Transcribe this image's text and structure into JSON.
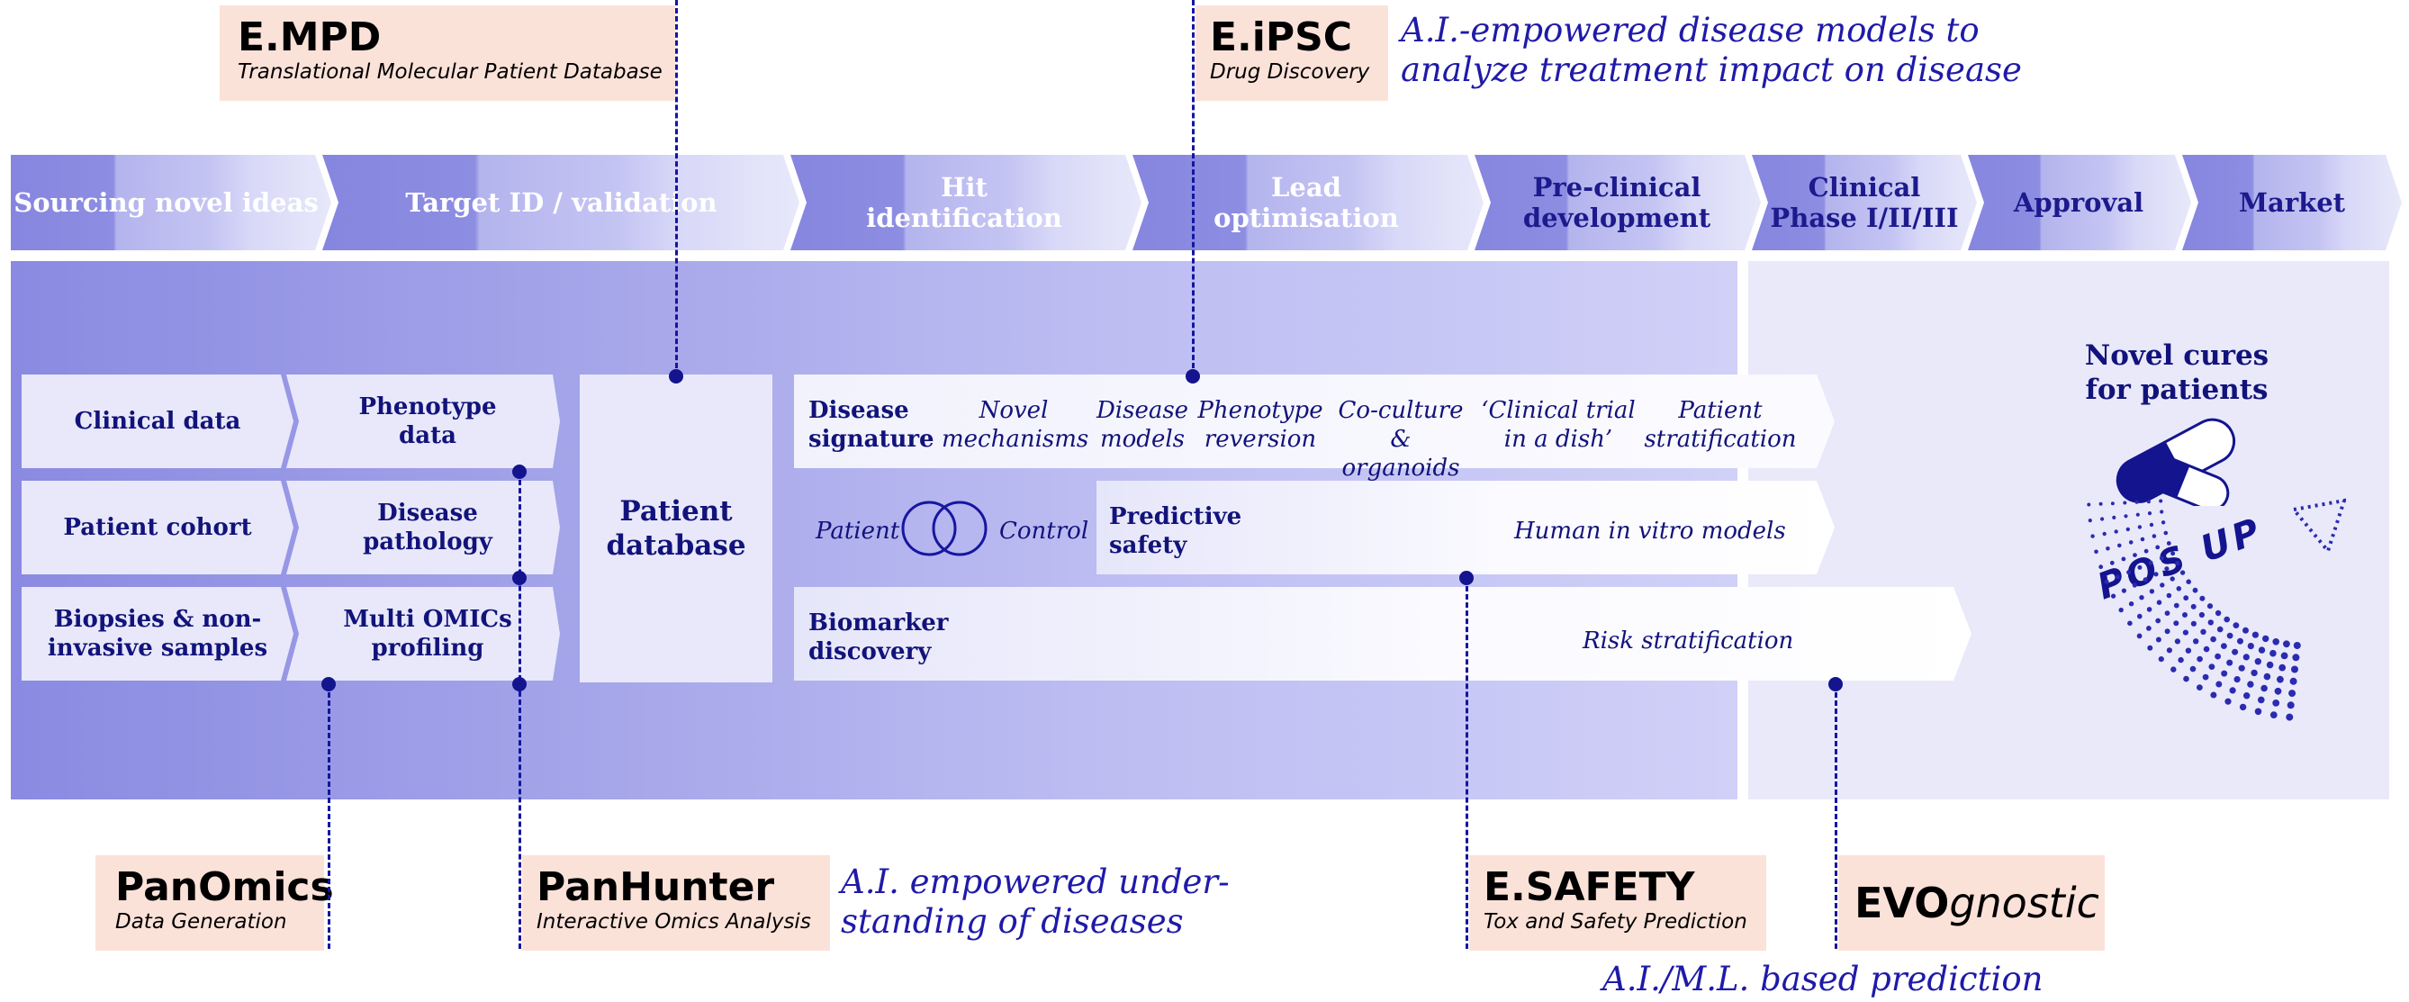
{
  "stages": [
    {
      "line1": "Sourcing novel ideas",
      "line2": ""
    },
    {
      "line1": "Target ID / validation",
      "line2": ""
    },
    {
      "line1": "Hit",
      "line2": "identification"
    },
    {
      "line1": "Lead",
      "line2": "optimisation"
    },
    {
      "line1": "Pre-clinical",
      "line2": "development"
    },
    {
      "line1": "Clinical",
      "line2": "Phase I/II/III"
    },
    {
      "line1": "Approval",
      "line2": ""
    },
    {
      "line1": "Market",
      "line2": ""
    }
  ],
  "sources": [
    {
      "line1": "Clinical data",
      "line2": ""
    },
    {
      "line1": "Patient cohort",
      "line2": ""
    },
    {
      "line1": "Biopsies & non-",
      "line2": "invasive samples"
    }
  ],
  "data_types": [
    {
      "line1": "Phenotype",
      "line2": "data"
    },
    {
      "line1": "Disease",
      "line2": "pathology"
    },
    {
      "line1": "Multi OMICs",
      "line2": "profiling"
    }
  ],
  "patient_database": {
    "line1": "Patient",
    "line2": "database"
  },
  "disease_signature": {
    "title_line1": "Disease",
    "title_line2": "signature",
    "items": [
      {
        "line1": "Novel",
        "line2": "mechanisms"
      },
      {
        "line1": "Disease",
        "line2": "models"
      },
      {
        "line1": "Phenotype",
        "line2": "reversion"
      },
      {
        "line1": "Co-culture",
        "line2": "& organoids"
      },
      {
        "line1": "‘Clinical trial",
        "line2": "in a dish’"
      },
      {
        "line1": "Patient",
        "line2": "stratification"
      }
    ]
  },
  "predictive_safety": {
    "patient_label": "Patient",
    "control_label": "Control",
    "title_line1": "Predictive",
    "title_line2": "safety",
    "models": "Human in vitro models"
  },
  "biomarker": {
    "title_line1": "Biomarker",
    "title_line2": "discovery",
    "stratification": "Risk stratification"
  },
  "outcome": {
    "line1": "Novel cures",
    "line2": "for patients",
    "pos_up": "POS UP"
  },
  "tools": {
    "empd": {
      "name": "E.MPD",
      "sub": "Translational Molecular Patient Database"
    },
    "eipsc": {
      "name": "E.iPSC",
      "sub": "Drug Discovery",
      "desc_line1": "A.I.-empowered disease models to",
      "desc_line2": "analyze treatment impact on disease"
    },
    "panomics": {
      "name": "PanOmics",
      "sub": "Data Generation"
    },
    "panhunter": {
      "name": "PanHunter",
      "sub": "Interactive Omics Analysis",
      "desc_line1": "A.I. empowered under-",
      "desc_line2": "standing of diseases"
    },
    "esafety": {
      "name": "E.SAFETY",
      "sub": "Tox and Safety Prediction"
    },
    "evognostic": {
      "name_bold": "EVO",
      "name_italic": "gnostic"
    },
    "aiml": "A.I./M.L. based prediction"
  },
  "colors": {
    "dark_band": "#8c8ce2",
    "light_band": "#c8c8f4",
    "cell": "#e8e8fa",
    "navy": "#12137a",
    "accent": "#1f1aa8",
    "tool_bg": "#fbe2d9"
  }
}
